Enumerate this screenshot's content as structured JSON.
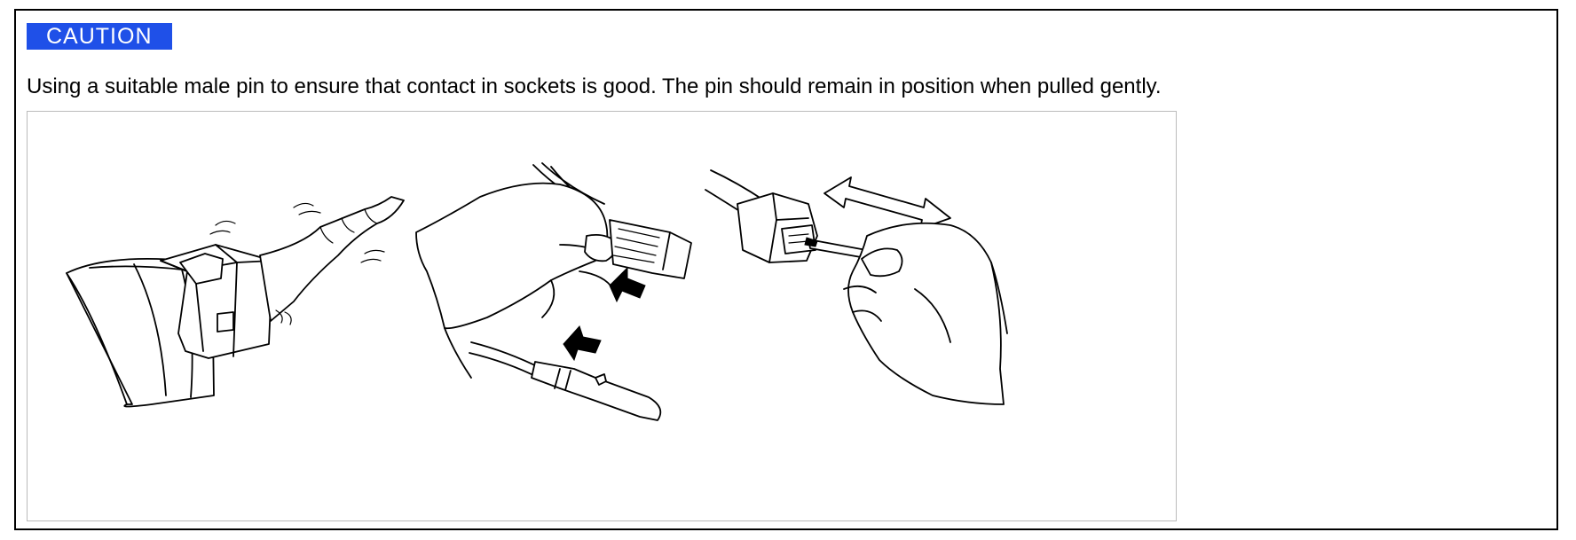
{
  "caution": {
    "badge_label": "CAUTION",
    "text": "Using a suitable male pin to ensure that contact in sockets is good. The pin should remain in position when pulled gently.",
    "badge_color": "#1f50e8"
  },
  "illustration": {
    "panels": [
      {
        "icon": "connector-wiggle-illustration"
      },
      {
        "icon": "pin-insertion-illustration"
      },
      {
        "icon": "pin-pull-test-illustration"
      }
    ]
  }
}
